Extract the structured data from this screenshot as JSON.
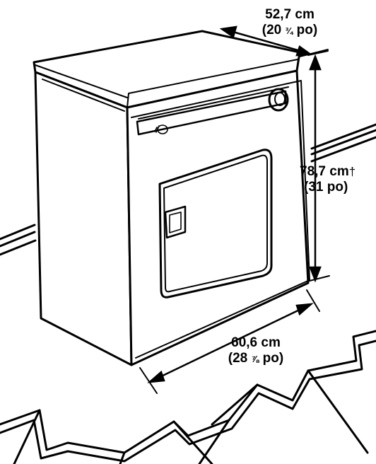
{
  "depth": {
    "metric": "52,7 cm",
    "imperial_open": "(20 ",
    "imperial_frac": "¾",
    "imperial_close": " po)"
  },
  "height": {
    "metric": "78,7 cm",
    "note_mark": "†",
    "imperial": "(31 po)"
  },
  "width": {
    "metric": "60,6 cm",
    "imperial_open": "(28 ",
    "imperial_frac": "⅞",
    "imperial_close": " po)"
  },
  "colors": {
    "ink": "#000000",
    "paper": "#ffffff"
  }
}
